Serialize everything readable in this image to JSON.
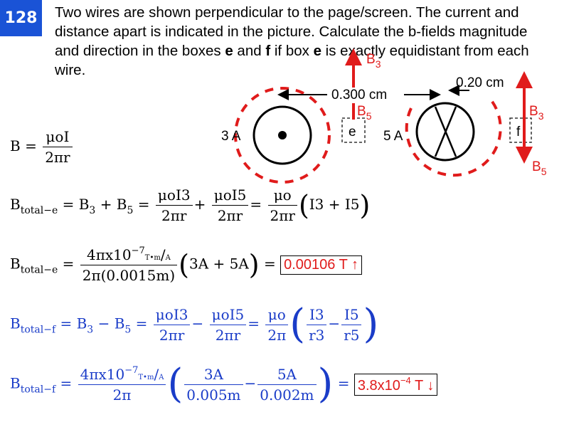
{
  "badge": "128",
  "problem": {
    "part1": "Two wires are shown perpendicular to the page/screen. The current and distance apart is indicated in the picture. Calculate the b-fields magnitude and direction in the boxes ",
    "e": "e",
    "and": " and ",
    "f": "f",
    "part2": " if box ",
    "e2": "e",
    "part3": " is exactly equidistant from each wire."
  },
  "diagram": {
    "wire1_current": "3 A",
    "wire2_current": "5 A",
    "distance_label": "0.300 cm",
    "distance2_label": "0.20 cm",
    "box_e": "e",
    "box_f": "f",
    "b3": "B",
    "b3_sub": "3",
    "b5": "B",
    "b5_sub": "5",
    "b3_right": "B",
    "b3_right_sub": "3",
    "b5_right": "B",
    "b5_right_sub": "5",
    "colors": {
      "red": "#e01b1b",
      "blue": "#1a3cc8",
      "badge": "#1a53d6"
    }
  },
  "eq1": {
    "lhs": "B",
    "eq": "=",
    "num": "μoI",
    "den": "2πr"
  },
  "eq2": {
    "lhs": "B",
    "lhs_sub": "total−e",
    "t1": "= B",
    "t1_sub": "3",
    "plus": "+ B",
    "t2_sub": "5",
    "eq": "=",
    "f1_num": "μoI3",
    "f1_den": "2πr",
    "f2_num": "μoI5",
    "f2_den": "2πr",
    "f3_num": "μo",
    "f3_den": "2πr",
    "tail": "I3 + I5"
  },
  "eq3": {
    "lhs": "B",
    "lhs_sub": "total−e",
    "num": "4πx10",
    "exp": "−7",
    "unit_num": "T•m",
    "unit_den": "A",
    "den": "2π(0.0015m)",
    "paren": "3A + 5A",
    "eq": "=",
    "answer": "0.00106 T ↑"
  },
  "eq4": {
    "lhs": "B",
    "lhs_sub": "total−f",
    "t1": "= B",
    "t1_sub": "3",
    "minus": "− B",
    "t2_sub": "5",
    "eq": "=",
    "f1_num": "μoI3",
    "f1_den": "2πr",
    "f2_num": "μoI5",
    "f2_den": "2πr",
    "f3_num": "μo",
    "f3_den": "2π",
    "g1_num": "I3",
    "g1_den": "r3",
    "g2_num": "I5",
    "g2_den": "r5"
  },
  "eq5": {
    "lhs": "B",
    "lhs_sub": "total−f",
    "num": "4πx10",
    "exp": "−7",
    "unit_num": "T•m",
    "unit_den": "A",
    "den": "2π",
    "g1_num": "3A",
    "g1_den": "0.005m",
    "g2_num": "5A",
    "g2_den": "0.002m",
    "eq": "=",
    "answer_base": "3.8x10",
    "answer_exp": "−4",
    "answer_tail": " T ↓"
  }
}
